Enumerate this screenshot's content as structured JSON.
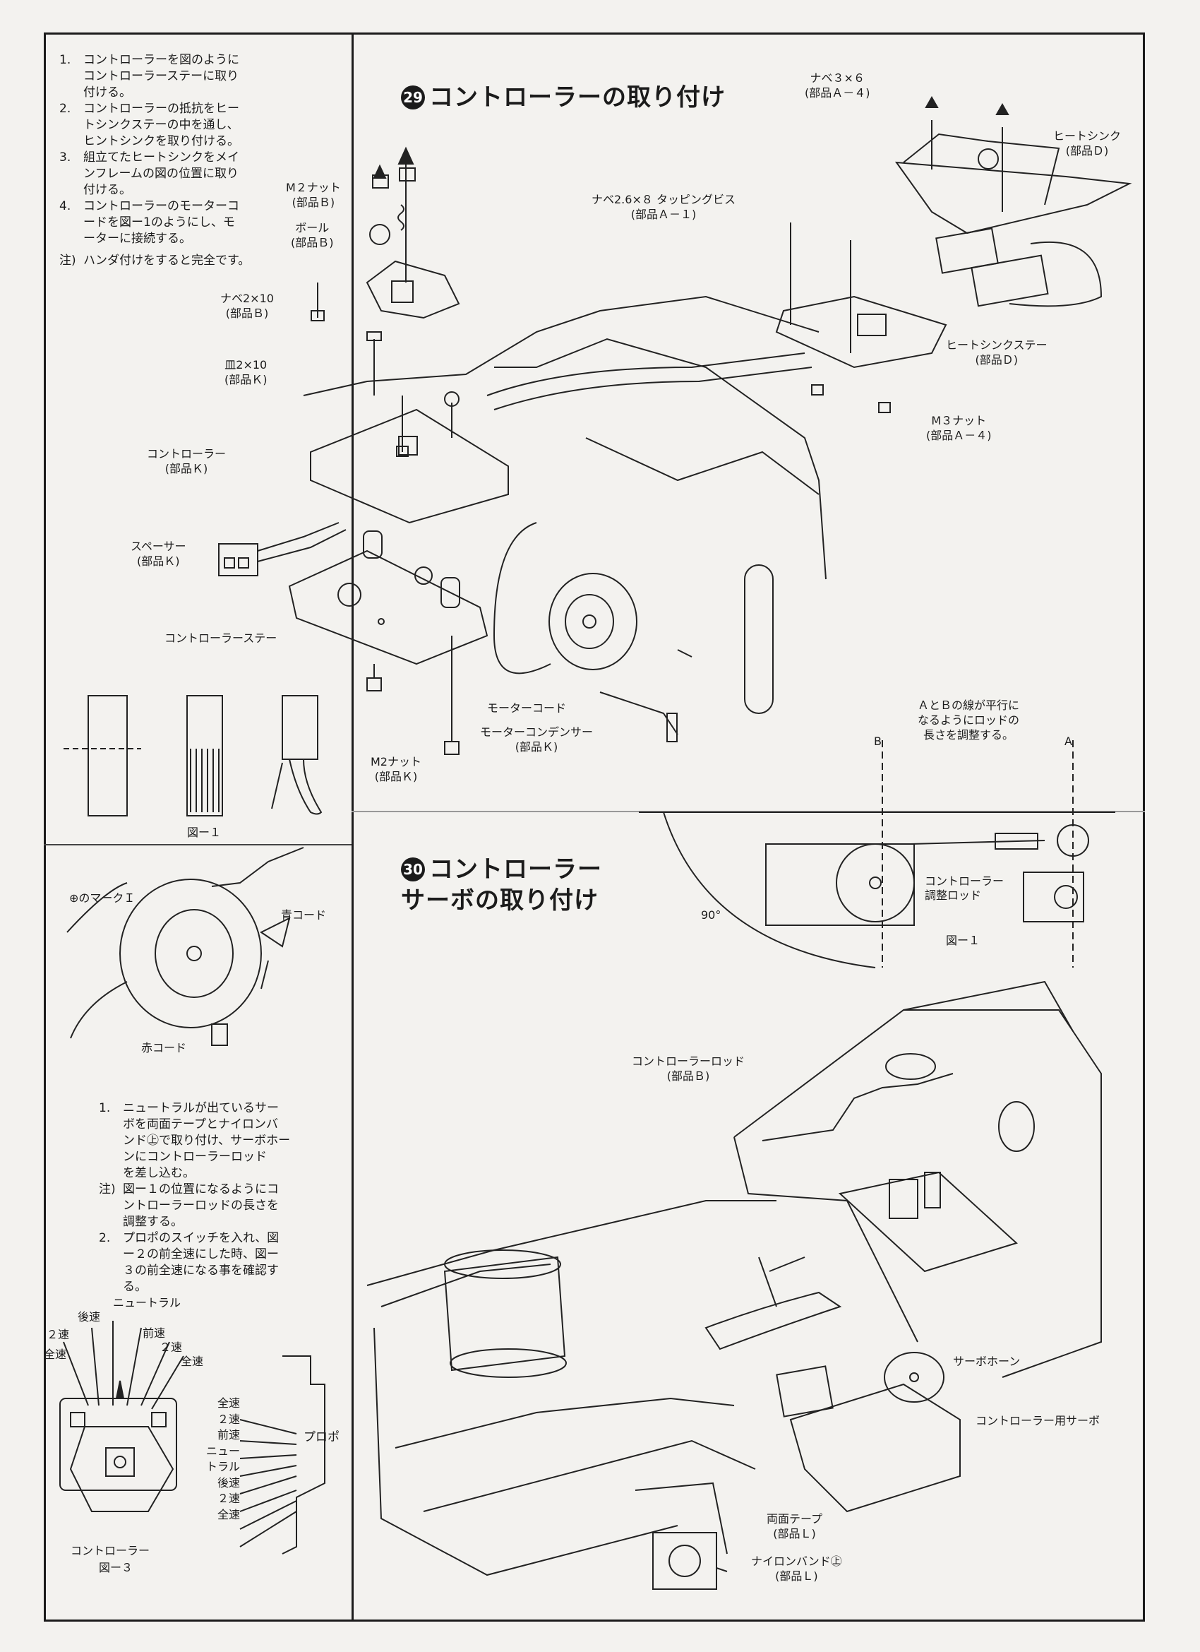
{
  "step29": {
    "number": "29",
    "title": "コントローラーの取り付け",
    "instructions": [
      {
        "num": "1.",
        "text": "コントローラーを図のように\nコントローラーステーに取り\n付ける。"
      },
      {
        "num": "2.",
        "text": "コントローラーの抵抗をヒー\nトシンクステーの中を通し、\nヒントシンクを取り付ける。"
      },
      {
        "num": "3.",
        "text": "組立てたヒートシンクをメイ\nンフレームの図の位置に取り\n付ける。"
      },
      {
        "num": "4.",
        "text": "コントローラーのモーターコ\nードを図ー1のようにし、モ\nーターに接続する。"
      }
    ],
    "note": {
      "num": "注)",
      "text": "ハンダ付けをすると完全です。"
    },
    "labels": {
      "m2_nut_b": "M２ナット\n(部品Ｂ)",
      "ball_b": "ボール\n(部品Ｂ)",
      "nabe_2x10": "ナベ2×10\n(部品Ｂ)",
      "sara_2x10": "皿2×10\n(部品Ｋ)",
      "controller_k": "コントローラー\n(部品Ｋ)",
      "spacer_k": "スペーサー\n(部品Ｋ)",
      "controller_stay": "コントローラーステー",
      "m2_nut_k": "M2ナット\n(部品Ｋ)",
      "motor_cord": "モーターコード",
      "motor_condenser": "モーターコンデンサー\n(部品Ｋ)",
      "nabe_3x6": "ナベ３×６\n(部品Ａ－４)",
      "heatsink": "ヒートシンク\n(部品Ｄ)",
      "tapping_screw": "ナベ2.6×８ タッピングビス\n(部品Ａ－１)",
      "heatsink_stay": "ヒートシンクステー\n(部品Ｄ)",
      "m3_nut": "M３ナット\n(部品Ａ－４)"
    },
    "fig1_caption": "図ー１",
    "cord_fig": {
      "plus_mark": "のマーク",
      "blue_cord": "青コード",
      "red_cord": "赤コード"
    }
  },
  "step30": {
    "number": "30",
    "title": "コントローラー\nサーボの取り付け",
    "instructions": [
      {
        "num": "1.",
        "text": "ニュートラルが出ているサー\nボを両面テープとナイロンバ\nンド㊤で取り付け、サーボホー\nンにコントローラーロッド\nを差し込む。"
      },
      {
        "num": "注)",
        "text": "図ー１の位置になるようにコ\nントローラーロッドの長さを\n調整する。"
      },
      {
        "num": "2.",
        "text": "プロポのスイッチを入れ、図\nー２の前全速にした時、図ー\n３の前全速になる事を確認す\nる。"
      }
    ],
    "fig1": {
      "note": "ＡとＢの線が平行に\nなるようにロッドの\n長さを調整する。",
      "label_a": "A",
      "label_b": "B",
      "angle": "90°",
      "rod_label": "コントローラー\n調整ロッド",
      "caption": "図ー１"
    },
    "labels": {
      "controller_rod": "コントローラーロッド\n(部品Ｂ)",
      "servo_horn": "サーボホーン",
      "controller_servo": "コントローラー用サーボ",
      "double_tape": "両面テープ\n(部品Ｌ)",
      "nylon_band": "ナイロンバンド㊤\n(部品Ｌ)"
    },
    "fig3": {
      "neutral": "ニュートラル",
      "rear_speed": "後速",
      "forward_speed": "前速",
      "second_a": "２速",
      "second_b": "２速",
      "full_a": "全速",
      "full_b": "全速",
      "right_list": [
        "全速",
        "２速",
        "前速",
        "ニュー",
        "トラル",
        "後速",
        "２速",
        "全速"
      ],
      "propo": "プロポ",
      "caption_name": "コントローラー",
      "caption": "図ー３"
    }
  }
}
